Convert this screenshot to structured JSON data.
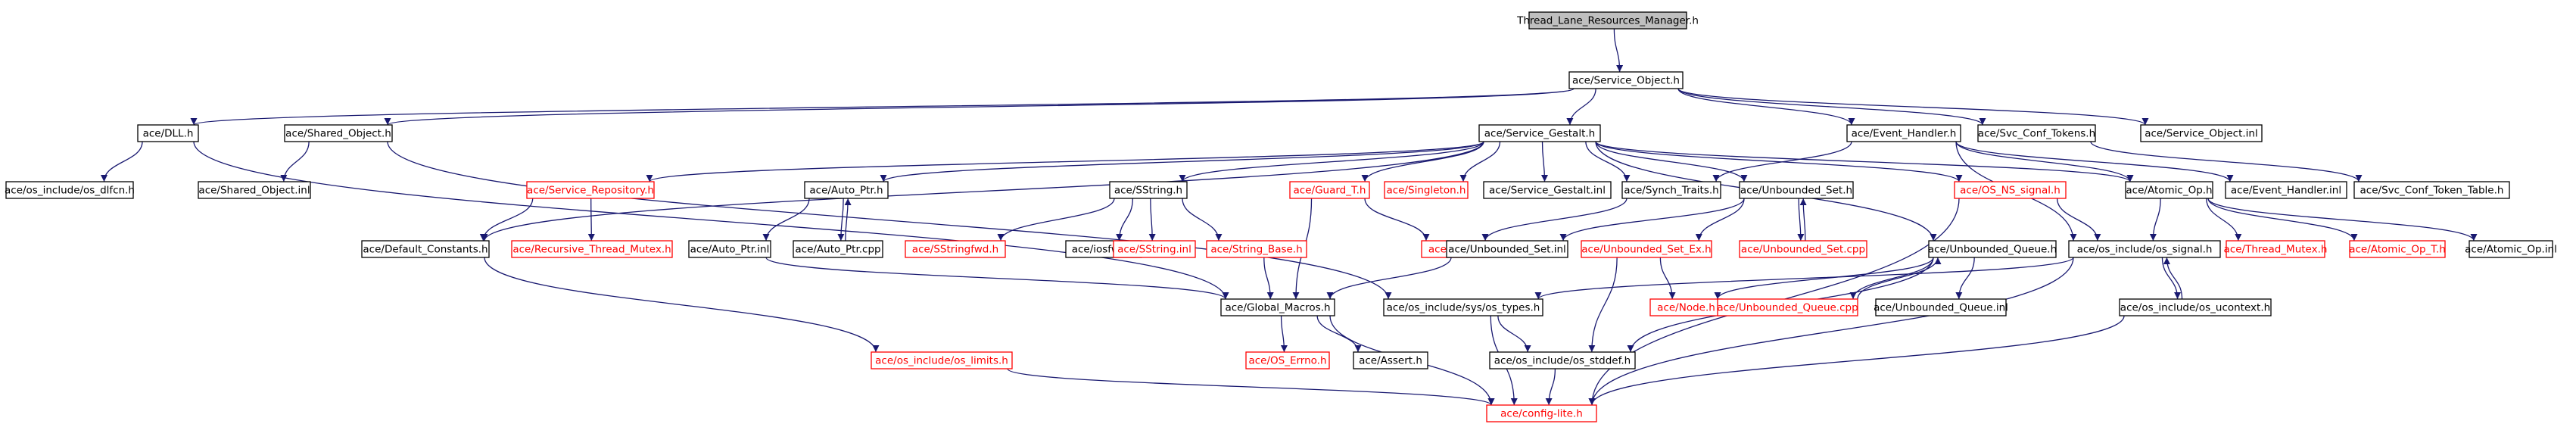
{
  "diagram": {
    "colors": {
      "edge": "#191970",
      "root_fill": "#bfbfbf",
      "missing_text": "#ff0000"
    },
    "nodes": [
      {
        "id": "thread_lane",
        "label": "Thread_Lane_Resources_Manager.h",
        "root": true
      },
      {
        "id": "service_object_h",
        "label": "ace/Service_Object.h"
      },
      {
        "id": "dll_h",
        "label": "ace/DLL.h"
      },
      {
        "id": "shared_object_h",
        "label": "ace/Shared_Object.h"
      },
      {
        "id": "service_gestalt_h",
        "label": "ace/Service_Gestalt.h"
      },
      {
        "id": "event_handler_h",
        "label": "ace/Event_Handler.h"
      },
      {
        "id": "svc_conf_tokens_h",
        "label": "ace/Svc_Conf_Tokens.h"
      },
      {
        "id": "service_object_inl",
        "label": "ace/Service_Object.inl"
      },
      {
        "id": "os_dlfcn_h",
        "label": "ace/os_include/os_dlfcn.h"
      },
      {
        "id": "shared_object_inl",
        "label": "ace/Shared_Object.inl"
      },
      {
        "id": "service_repository_h",
        "label": "ace/Service_Repository.h",
        "missing": true
      },
      {
        "id": "auto_ptr_h",
        "label": "ace/Auto_Ptr.h"
      },
      {
        "id": "sstring_h",
        "label": "ace/SString.h"
      },
      {
        "id": "guard_t_h",
        "label": "ace/Guard_T.h",
        "missing": true
      },
      {
        "id": "singleton_h",
        "label": "ace/Singleton.h",
        "missing": true
      },
      {
        "id": "service_gestalt_inl",
        "label": "ace/Service_Gestalt.inl"
      },
      {
        "id": "synch_traits_h",
        "label": "ace/Synch_Traits.h"
      },
      {
        "id": "unbounded_set_h",
        "label": "ace/Unbounded_Set.h"
      },
      {
        "id": "os_ns_signal_h",
        "label": "ace/OS_NS_signal.h",
        "missing": true
      },
      {
        "id": "atomic_op_h",
        "label": "ace/Atomic_Op.h"
      },
      {
        "id": "event_handler_inl",
        "label": "ace/Event_Handler.inl"
      },
      {
        "id": "svc_conf_token_table_h",
        "label": "ace/Svc_Conf_Token_Table.h"
      },
      {
        "id": "default_constants_h",
        "label": "ace/Default_Constants.h"
      },
      {
        "id": "recursive_thread_mutex_h",
        "label": "ace/Recursive_Thread_Mutex.h",
        "missing": true
      },
      {
        "id": "auto_ptr_inl",
        "label": "ace/Auto_Ptr.inl"
      },
      {
        "id": "auto_ptr_cpp",
        "label": "ace/Auto_Ptr.cpp"
      },
      {
        "id": "sstringfwd_h",
        "label": "ace/SStringfwd.h",
        "missing": true
      },
      {
        "id": "iosfwd_h",
        "label": "ace/iosfwd.h"
      },
      {
        "id": "sstring_inl",
        "label": "ace/SString.inl",
        "missing": true
      },
      {
        "id": "string_base_h",
        "label": "ace/String_Base.h",
        "missing": true
      },
      {
        "id": "lock_h",
        "label": "ace/Lock.h",
        "missing": true
      },
      {
        "id": "unbounded_set_inl",
        "label": "ace/Unbounded_Set.inl"
      },
      {
        "id": "unbounded_set_ex_h",
        "label": "ace/Unbounded_Set_Ex.h",
        "missing": true
      },
      {
        "id": "unbounded_set_cpp",
        "label": "ace/Unbounded_Set.cpp",
        "missing": true
      },
      {
        "id": "unbounded_queue_h",
        "label": "ace/Unbounded_Queue.h"
      },
      {
        "id": "os_signal_h",
        "label": "ace/os_include/os_signal.h"
      },
      {
        "id": "thread_mutex_h",
        "label": "ace/Thread_Mutex.h",
        "missing": true
      },
      {
        "id": "atomic_op_t_h",
        "label": "ace/Atomic_Op_T.h",
        "missing": true
      },
      {
        "id": "atomic_op_inl",
        "label": "ace/Atomic_Op.inl"
      },
      {
        "id": "global_macros_h",
        "label": "ace/Global_Macros.h"
      },
      {
        "id": "sys_types_h",
        "label": "ace/os_include/sys/os_types.h"
      },
      {
        "id": "node_h",
        "label": "ace/Node.h",
        "missing": true
      },
      {
        "id": "unbounded_queue_cpp",
        "label": "ace/Unbounded_Queue.cpp",
        "missing": true
      },
      {
        "id": "unbounded_queue_inl",
        "label": "ace/Unbounded_Queue.inl"
      },
      {
        "id": "os_ucontext_h",
        "label": "ace/os_include/os_ucontext.h"
      },
      {
        "id": "os_limits_h",
        "label": "ace/os_include/os_limits.h",
        "missing": true
      },
      {
        "id": "os_errno_h",
        "label": "ace/OS_Errno.h",
        "missing": true
      },
      {
        "id": "assert_h",
        "label": "ace/Assert.h"
      },
      {
        "id": "os_stddef_h",
        "label": "ace/os_include/os_stddef.h"
      },
      {
        "id": "config_lite_h",
        "label": "ace/config-lite.h",
        "missing": true
      }
    ],
    "edges": [
      [
        "thread_lane",
        "service_object_h"
      ],
      [
        "service_object_h",
        "dll_h"
      ],
      [
        "service_object_h",
        "shared_object_h"
      ],
      [
        "service_object_h",
        "service_gestalt_h"
      ],
      [
        "service_object_h",
        "event_handler_h"
      ],
      [
        "service_object_h",
        "svc_conf_tokens_h"
      ],
      [
        "service_object_h",
        "service_object_inl"
      ],
      [
        "dll_h",
        "os_dlfcn_h"
      ],
      [
        "dll_h",
        "global_macros_h"
      ],
      [
        "shared_object_h",
        "shared_object_inl"
      ],
      [
        "shared_object_h",
        "sys_types_h"
      ],
      [
        "service_gestalt_h",
        "default_constants_h"
      ],
      [
        "service_gestalt_h",
        "service_repository_h"
      ],
      [
        "service_gestalt_h",
        "auto_ptr_h"
      ],
      [
        "service_gestalt_h",
        "sstring_h"
      ],
      [
        "service_gestalt_h",
        "guard_t_h"
      ],
      [
        "service_gestalt_h",
        "singleton_h"
      ],
      [
        "service_gestalt_h",
        "service_gestalt_inl"
      ],
      [
        "service_gestalt_h",
        "synch_traits_h"
      ],
      [
        "service_gestalt_h",
        "unbounded_set_h"
      ],
      [
        "service_gestalt_h",
        "os_ns_signal_h"
      ],
      [
        "service_gestalt_h",
        "atomic_op_h"
      ],
      [
        "service_gestalt_h",
        "unbounded_queue_h"
      ],
      [
        "event_handler_h",
        "synch_traits_h"
      ],
      [
        "event_handler_h",
        "atomic_op_h"
      ],
      [
        "event_handler_h",
        "event_handler_inl"
      ],
      [
        "event_handler_h",
        "os_signal_h"
      ],
      [
        "svc_conf_tokens_h",
        "svc_conf_token_table_h"
      ],
      [
        "service_repository_h",
        "default_constants_h"
      ],
      [
        "service_repository_h",
        "recursive_thread_mutex_h"
      ],
      [
        "default_constants_h",
        "os_limits_h"
      ],
      [
        "auto_ptr_h",
        "auto_ptr_inl"
      ],
      [
        "auto_ptr_h",
        "auto_ptr_cpp"
      ],
      [
        "auto_ptr_cpp",
        "auto_ptr_h"
      ],
      [
        "auto_ptr_inl",
        "global_macros_h"
      ],
      [
        "sstring_h",
        "sstringfwd_h"
      ],
      [
        "sstring_h",
        "iosfwd_h"
      ],
      [
        "sstring_h",
        "sstring_inl"
      ],
      [
        "sstring_h",
        "string_base_h"
      ],
      [
        "string_base_h",
        "global_macros_h"
      ],
      [
        "guard_t_h",
        "lock_h"
      ],
      [
        "guard_t_h",
        "global_macros_h"
      ],
      [
        "synch_traits_h",
        "lock_h"
      ],
      [
        "unbounded_set_h",
        "unbounded_set_inl"
      ],
      [
        "unbounded_set_h",
        "unbounded_set_ex_h"
      ],
      [
        "unbounded_set_h",
        "unbounded_set_cpp"
      ],
      [
        "unbounded_set_cpp",
        "unbounded_set_h"
      ],
      [
        "unbounded_set_inl",
        "global_macros_h"
      ],
      [
        "unbounded_set_ex_h",
        "node_h"
      ],
      [
        "unbounded_set_ex_h",
        "os_stddef_h"
      ],
      [
        "os_ns_signal_h",
        "os_signal_h"
      ],
      [
        "os_ns_signal_h",
        "config_lite_h"
      ],
      [
        "atomic_op_h",
        "os_signal_h"
      ],
      [
        "atomic_op_h",
        "thread_mutex_h"
      ],
      [
        "atomic_op_h",
        "atomic_op_t_h"
      ],
      [
        "atomic_op_h",
        "atomic_op_inl"
      ],
      [
        "unbounded_queue_h",
        "node_h"
      ],
      [
        "unbounded_queue_h",
        "unbounded_queue_cpp"
      ],
      [
        "unbounded_queue_h",
        "unbounded_queue_inl"
      ],
      [
        "unbounded_queue_h",
        "os_stddef_h"
      ],
      [
        "unbounded_queue_cpp",
        "unbounded_queue_h"
      ],
      [
        "os_signal_h",
        "sys_types_h"
      ],
      [
        "os_signal_h",
        "os_ucontext_h"
      ],
      [
        "os_signal_h",
        "config_lite_h"
      ],
      [
        "os_ucontext_h",
        "os_signal_h"
      ],
      [
        "os_ucontext_h",
        "config_lite_h"
      ],
      [
        "global_macros_h",
        "os_errno_h"
      ],
      [
        "global_macros_h",
        "assert_h"
      ],
      [
        "global_macros_h",
        "config_lite_h"
      ],
      [
        "sys_types_h",
        "os_stddef_h"
      ],
      [
        "sys_types_h",
        "config_lite_h"
      ],
      [
        "os_limits_h",
        "config_lite_h"
      ],
      [
        "os_stddef_h",
        "config_lite_h"
      ]
    ]
  }
}
